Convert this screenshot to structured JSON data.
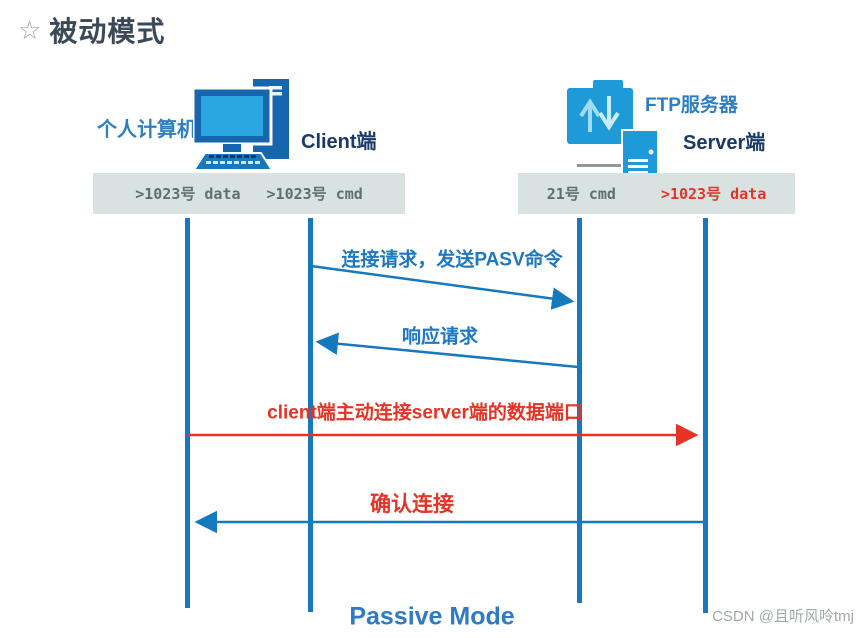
{
  "title": {
    "star": "☆",
    "text": "被动模式"
  },
  "client": {
    "name_label": "个人计算机",
    "role_label": "Client端"
  },
  "server": {
    "name_label": "FTP服务器",
    "role_label": "Server端"
  },
  "port_bars": {
    "client": {
      "data_port": ">1023号 data",
      "cmd_port": ">1023号 cmd"
    },
    "server": {
      "cmd_port": "21号 cmd",
      "data_port": ">1023号 data"
    }
  },
  "messages": [
    {
      "label": "连接请求，发送PASV命令",
      "from": "client-cmd-port",
      "to": "server-cmd-port",
      "color": "#1679bd"
    },
    {
      "label": "响应请求",
      "from": "server-cmd-port",
      "to": "client-cmd-port",
      "color": "#1679bd"
    },
    {
      "label": "client端主动连接server端的数据端口",
      "from": "client-data-port",
      "to": "server-data-port",
      "color": "#e63325"
    },
    {
      "label": "确认连接",
      "from": "server-data-port",
      "to": "client-data-port",
      "color": "#1679bd"
    }
  ],
  "footer": {
    "mode_label": "Passive Mode"
  },
  "watermark": "CSDN @且听风呤tmj",
  "colors": {
    "accent_blue": "#1679bd",
    "label_blue": "#2d7fc1",
    "dark_navy": "#1a3a67",
    "red": "#e63325",
    "bar_bg": "#d8e2e0",
    "bar_text": "#606e6e",
    "title_text": "#3b4857"
  }
}
